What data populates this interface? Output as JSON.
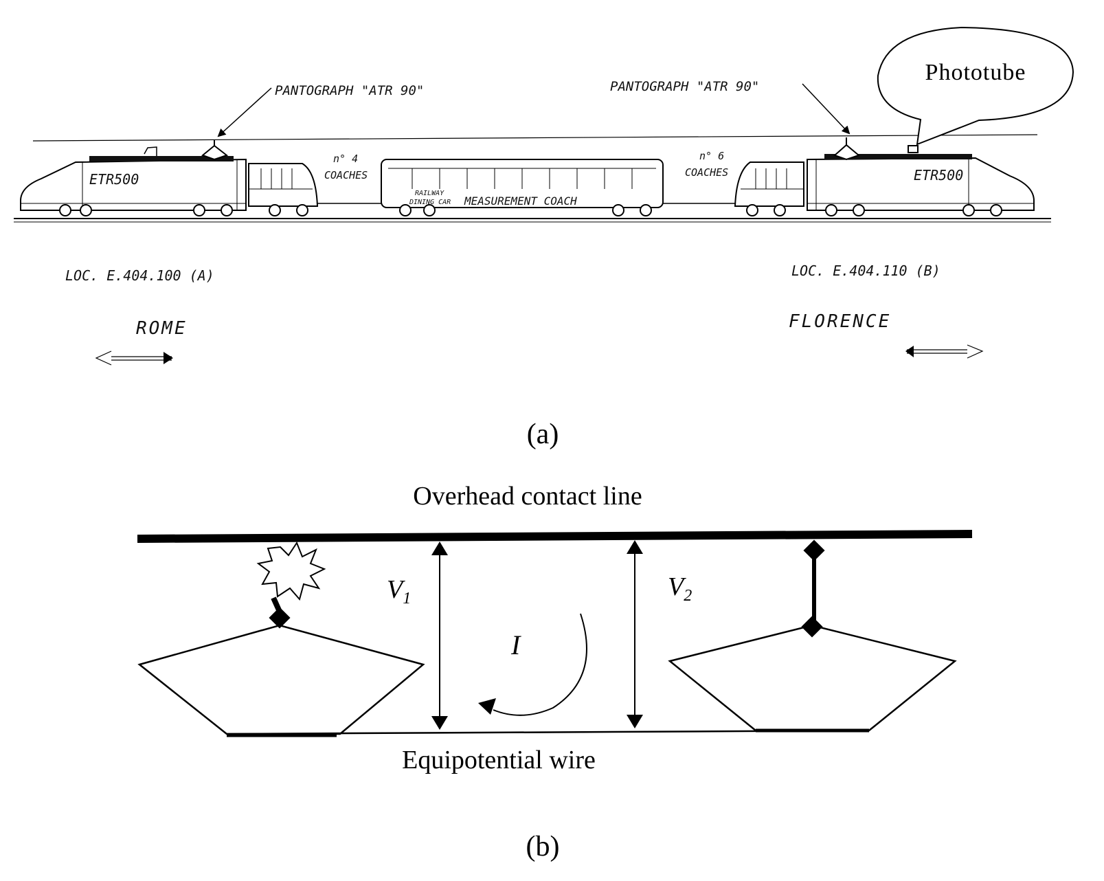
{
  "panel_a": {
    "pantograph_left": "PANTOGRAPH \"ATR 90\"",
    "pantograph_right": "PANTOGRAPH \"ATR 90\"",
    "phototube": "Phototube",
    "etr_left": "ETR500",
    "etr_right": "ETR500",
    "coaches_left_count": "n° 4",
    "coaches_left_label": "COACHES",
    "coaches_right_count": "n° 6",
    "coaches_right_label": "COACHES",
    "railway_label": "RAILWAY",
    "dining_label": "DINING CAR",
    "measurement_coach": "MEASUREMENT COACH",
    "loc_a": "LOC. E.404.100 (A)",
    "loc_b": "LOC. E.404.110 (B)",
    "rome": "ROME",
    "florence": "FLORENCE",
    "caption": "(a)"
  },
  "panel_b": {
    "overhead": "Overhead contact line",
    "equipotential": "Equipotential wire",
    "v1": "V",
    "v1_sub": "1",
    "v2": "V",
    "v2_sub": "2",
    "current": "I",
    "caption": "(b)"
  }
}
